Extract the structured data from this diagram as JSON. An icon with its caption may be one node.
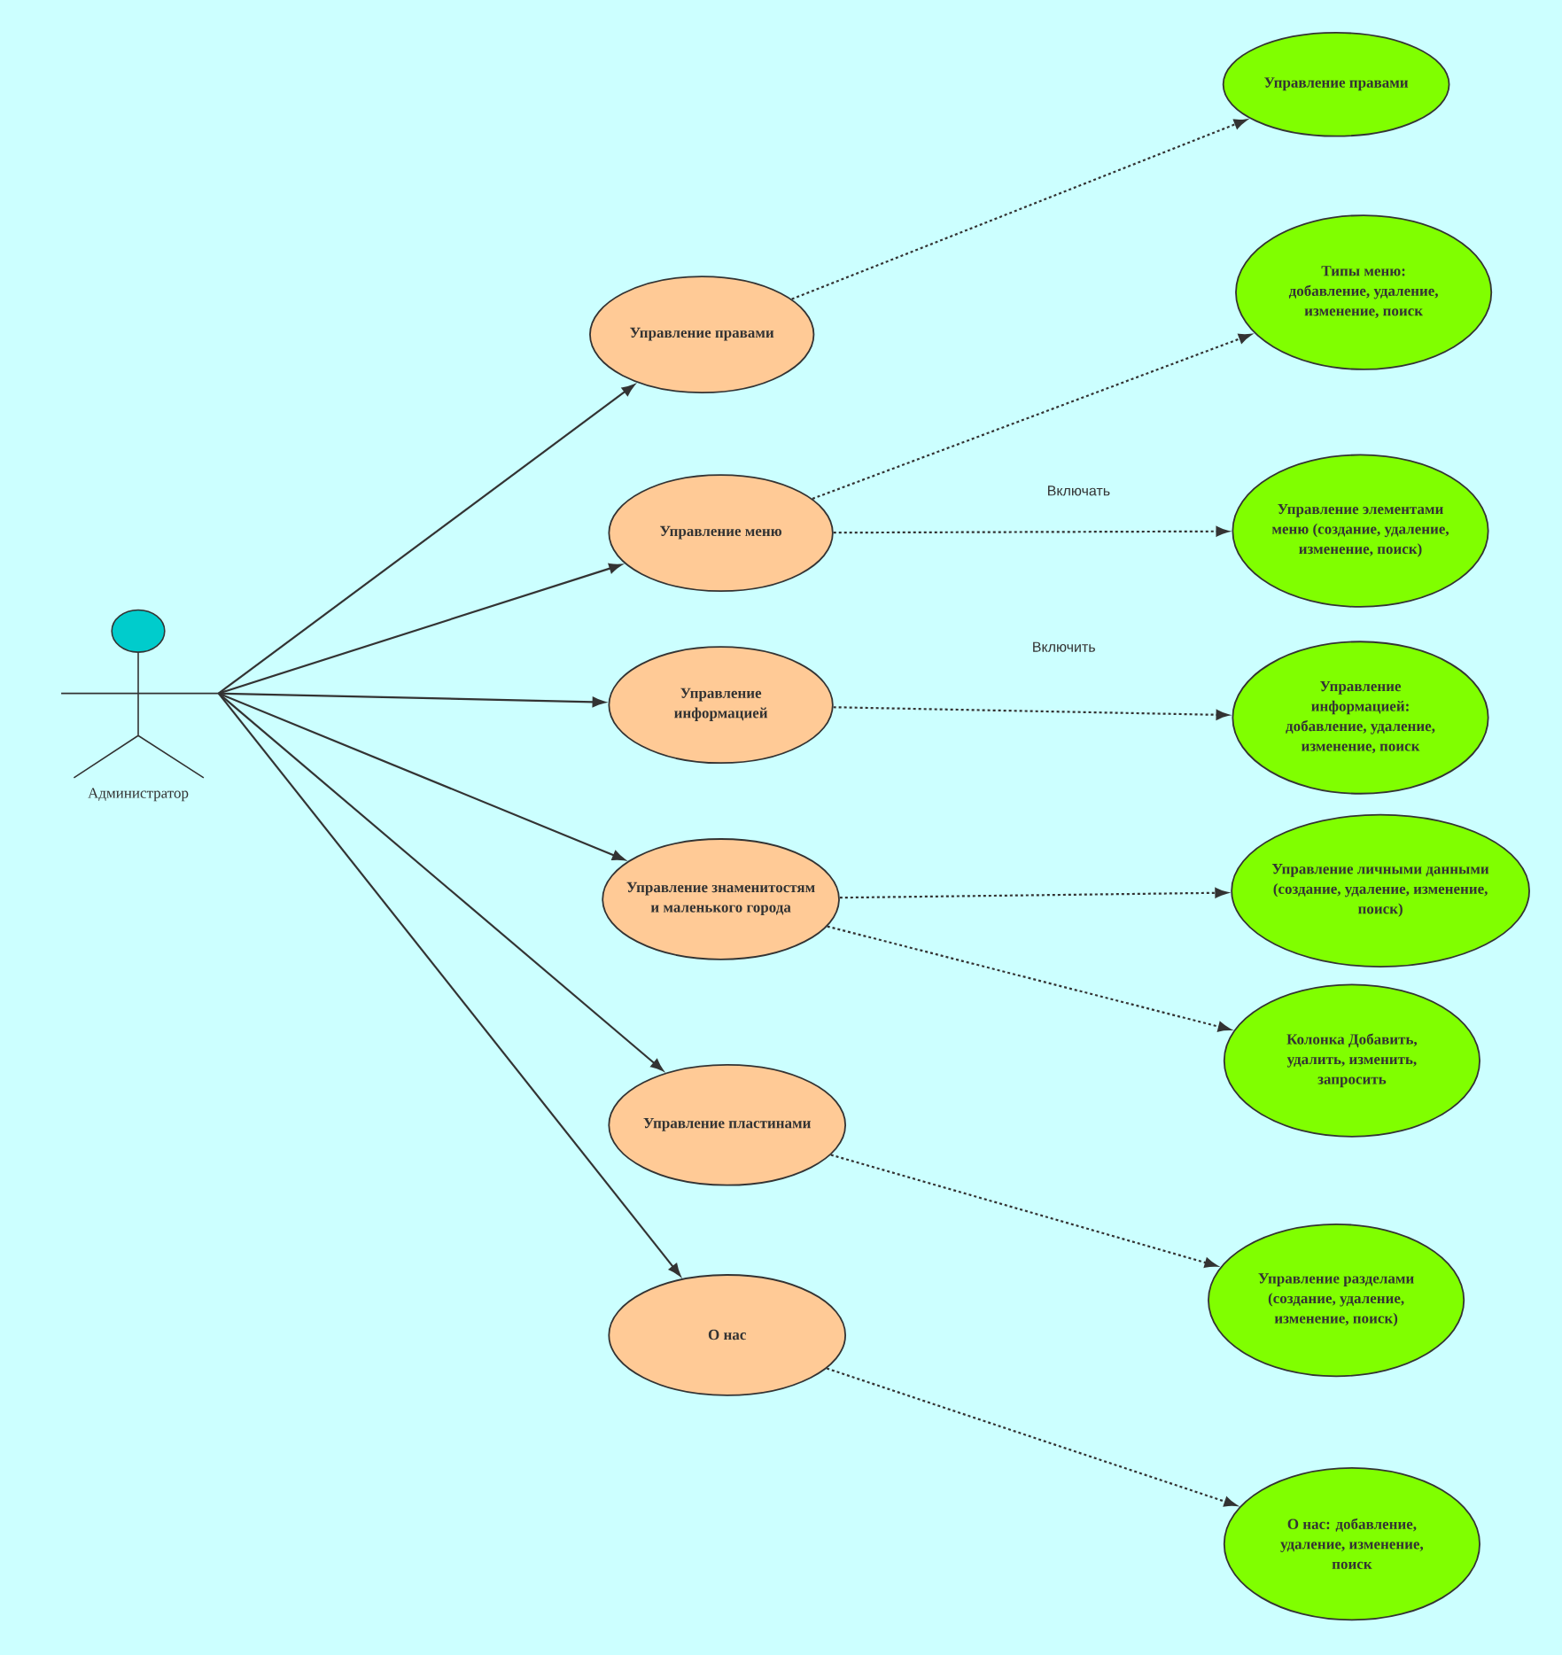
{
  "diagram": {
    "nodes": [
      {
        "text": [
          "Администратор"
        ]
      },
      {
        "text": [
          "Управление правами"
        ]
      },
      {
        "text": [
          "Управление меню"
        ]
      },
      {
        "text": [
          "Управление информацией"
        ]
      },
      {
        "text": [
          "Управление знаменитостям и маленького города"
        ]
      },
      {
        "text": [
          "Управление пластинами"
        ]
      },
      {
        "text": [
          "О нас"
        ]
      },
      {
        "text": [
          "Управление правами"
        ]
      },
      {
        "text": [
          "Типы меню: добавление, удаление, изменение, поиск"
        ]
      },
      {
        "text": [
          "Управление элементами меню (создание, удаление, изменение, поиск)"
        ]
      },
      {
        "text": [
          "Управление информацией: добавление, удаление, изменение, поиск"
        ]
      },
      {
        "text": [
          "Управление личными данными (создание, удаление, изменение, поиск)"
        ]
      },
      {
        "text": [
          "Колонка Добавить, удалить, изменить, запросить"
        ]
      },
      {
        "text": [
          "Управление разделами (создание, удаление, изменение, поиск)"
        ]
      },
      {
        "text": [
          "О нас: добавление, удаление, изменение, поиск"
        ]
      }
    ],
    "edges": [
      {
        "from": 0,
        "to": 1,
        "arrow": "to"
      },
      {
        "from": 0,
        "to": 2,
        "arrow": "to"
      },
      {
        "from": 0,
        "to": 3,
        "arrow": "to"
      },
      {
        "from": 0,
        "to": 4,
        "arrow": "to"
      },
      {
        "from": 0,
        "to": 5,
        "arrow": "to"
      },
      {
        "from": 0,
        "to": 6,
        "arrow": "to"
      },
      {
        "from": 1,
        "to": 7,
        "arrow": "to",
        "style": "dashed"
      },
      {
        "from": 2,
        "to": 8,
        "arrow": "to",
        "style": "dashed"
      },
      {
        "from": 2,
        "to": 9,
        "arrow": "to",
        "style": "dashed",
        "label": "Включать"
      },
      {
        "from": 3,
        "to": 10,
        "arrow": "to",
        "style": "dashed",
        "label": "Включить"
      },
      {
        "from": 4,
        "to": 11,
        "arrow": "to",
        "style": "dashed"
      },
      {
        "from": 4,
        "to": 12,
        "arrow": "to",
        "style": "dashed"
      },
      {
        "from": 5,
        "to": 13,
        "arrow": "to",
        "style": "dashed"
      },
      {
        "from": 6,
        "to": 14,
        "arrow": "to",
        "style": "dashed"
      }
    ]
  }
}
